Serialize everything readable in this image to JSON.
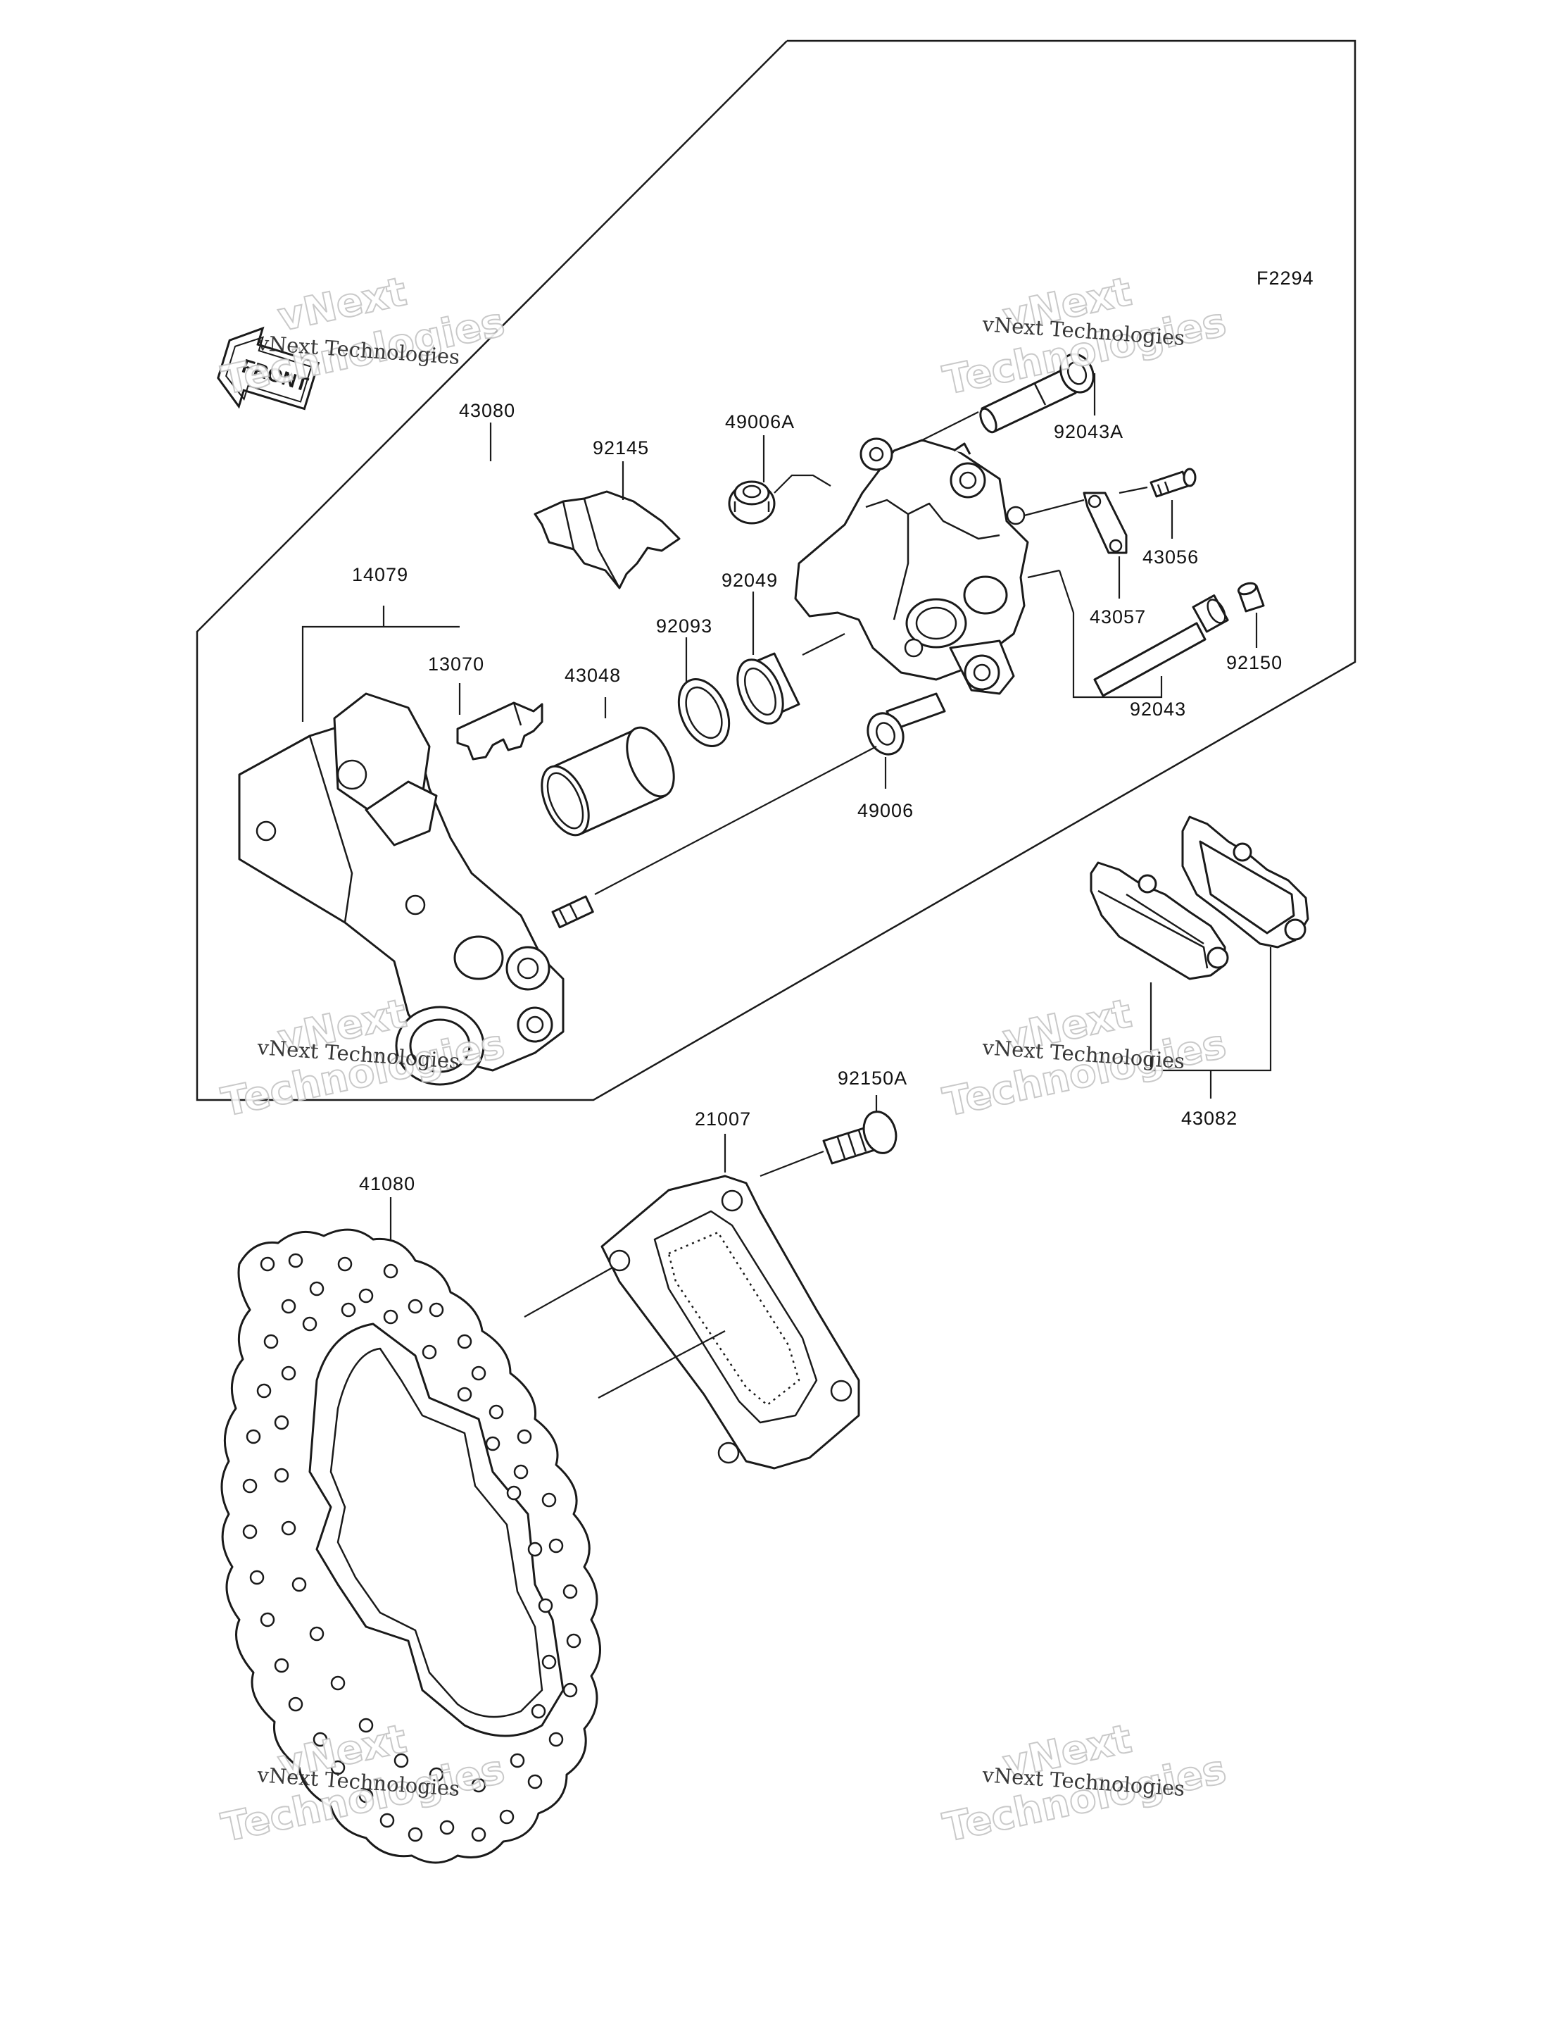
{
  "diagram_code": "F2294",
  "front_badge": "FRONT",
  "watermark": {
    "line_small": "vNext Technologies",
    "line_big_1": "vNext",
    "line_big_2": "Technologies"
  },
  "part_numbers": {
    "p43080": "43080",
    "p92145": "92145",
    "p49006A": "49006A",
    "p92043A": "92043A",
    "p43056": "43056",
    "p43057": "43057",
    "p14079": "14079",
    "p13070": "13070",
    "p43048": "43048",
    "p92093": "92093",
    "p92049": "92049",
    "p92150": "92150",
    "p92043": "92043",
    "p49006": "49006",
    "p43082": "43082",
    "p92150A": "92150A",
    "p21007": "21007",
    "p41080": "41080"
  }
}
